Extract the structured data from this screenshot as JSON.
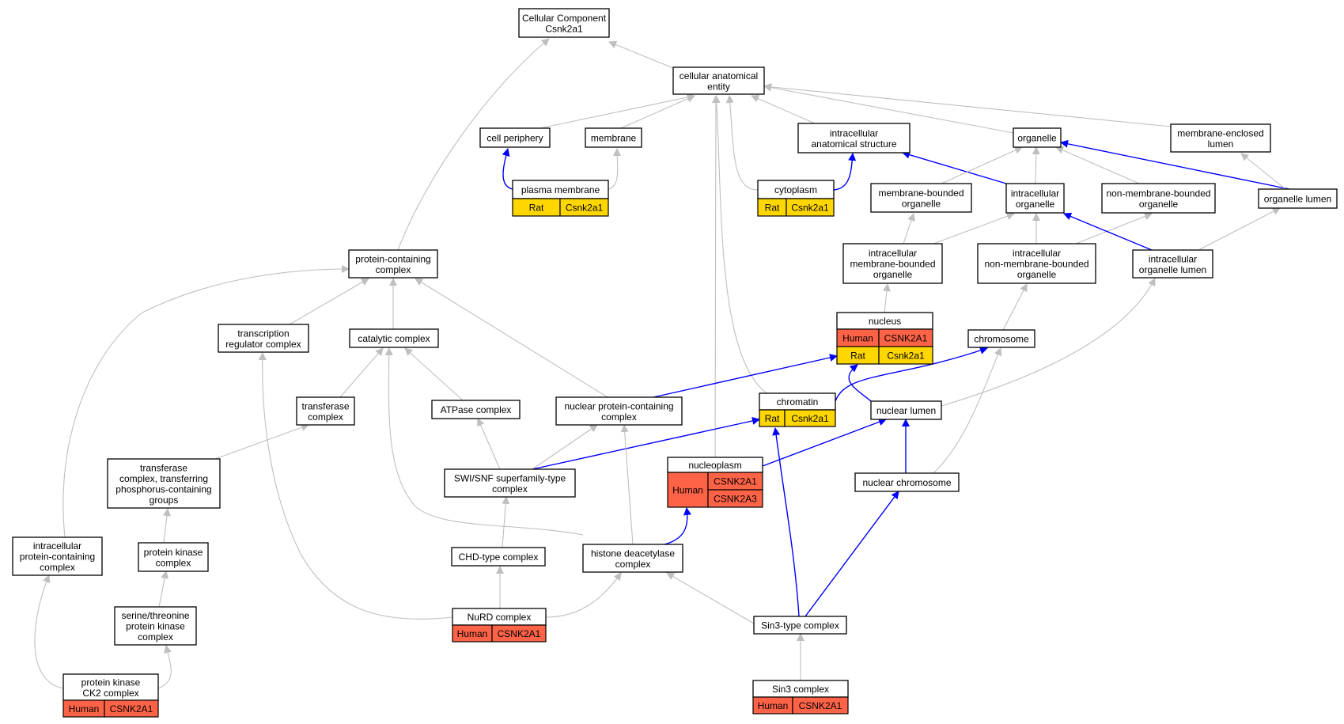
{
  "colors": {
    "human": "#ff6347",
    "rat": "#ffd700",
    "is_a_edge": "#bfbfbf",
    "part_of_edge": "#0000ff"
  },
  "nodes": {
    "cc_root": {
      "lines": [
        "Cellular Component",
        "Csnk2a1"
      ]
    },
    "cae": {
      "lines": [
        "cellular anatomical",
        "entity"
      ]
    },
    "cell_periphery": {
      "lines": [
        "cell periphery"
      ]
    },
    "membrane": {
      "lines": [
        "membrane"
      ]
    },
    "ias": {
      "lines": [
        "intracellular",
        "anatomical structure"
      ]
    },
    "organelle": {
      "lines": [
        "organelle"
      ]
    },
    "mel": {
      "lines": [
        "membrane-enclosed",
        "lumen"
      ]
    },
    "plasma_membrane": {
      "lines": [
        "plasma membrane"
      ],
      "annotations": [
        {
          "species": "Rat",
          "genes": [
            "Csnk2a1"
          ]
        }
      ]
    },
    "cytoplasm": {
      "lines": [
        "cytoplasm"
      ],
      "annotations": [
        {
          "species": "Rat",
          "genes": [
            "Csnk2a1"
          ]
        }
      ]
    },
    "mbo": {
      "lines": [
        "membrane-bounded",
        "organelle"
      ]
    },
    "io": {
      "lines": [
        "intracellular",
        "organelle"
      ]
    },
    "nmbo": {
      "lines": [
        "non-membrane-bounded",
        "organelle"
      ]
    },
    "organelle_lumen": {
      "lines": [
        "organelle lumen"
      ]
    },
    "imbo": {
      "lines": [
        "intracellular",
        "membrane-bounded",
        "organelle"
      ]
    },
    "inmbo": {
      "lines": [
        "intracellular",
        "non-membrane-bounded",
        "organelle"
      ]
    },
    "iol": {
      "lines": [
        "intracellular",
        "organelle lumen"
      ]
    },
    "pcc": {
      "lines": [
        "protein-containing",
        "complex"
      ]
    },
    "nucleus": {
      "lines": [
        "nucleus"
      ],
      "annotations": [
        {
          "species": "Human",
          "genes": [
            "CSNK2A1"
          ]
        },
        {
          "species": "Rat",
          "genes": [
            "Csnk2a1"
          ]
        }
      ]
    },
    "trc": {
      "lines": [
        "transcription",
        "regulator complex"
      ]
    },
    "catalytic": {
      "lines": [
        "catalytic complex"
      ]
    },
    "chromosome": {
      "lines": [
        "chromosome"
      ]
    },
    "transferase": {
      "lines": [
        "transferase",
        "complex"
      ]
    },
    "atpase": {
      "lines": [
        "ATPase complex"
      ]
    },
    "npcc": {
      "lines": [
        "nuclear protein-containing",
        "complex"
      ]
    },
    "chromatin": {
      "lines": [
        "chromatin"
      ],
      "annotations": [
        {
          "species": "Rat",
          "genes": [
            "Csnk2a1"
          ]
        }
      ]
    },
    "nuclear_lumen": {
      "lines": [
        "nuclear lumen"
      ]
    },
    "tctpg": {
      "lines": [
        "transferase",
        "complex, transferring",
        "phosphorus-containing",
        "groups"
      ]
    },
    "swisnf": {
      "lines": [
        "SWI/SNF superfamily-type",
        "complex"
      ]
    },
    "nucleoplasm": {
      "lines": [
        "nucleoplasm"
      ],
      "annotations": [
        {
          "species": "Human",
          "genes": [
            "CSNK2A1",
            "CSNK2A3"
          ]
        }
      ]
    },
    "nuclear_chromosome": {
      "lines": [
        "nuclear chromosome"
      ]
    },
    "ipcc": {
      "lines": [
        "intracellular",
        "protein-containing",
        "complex"
      ]
    },
    "pkc": {
      "lines": [
        "protein kinase",
        "complex"
      ]
    },
    "chd": {
      "lines": [
        "CHD-type complex"
      ]
    },
    "hdac": {
      "lines": [
        "histone deacetylase",
        "complex"
      ]
    },
    "stpk": {
      "lines": [
        "serine/threonine",
        "protein kinase",
        "complex"
      ]
    },
    "nurd": {
      "lines": [
        "NuRD complex"
      ],
      "annotations": [
        {
          "species": "Human",
          "genes": [
            "CSNK2A1"
          ]
        }
      ]
    },
    "sin3type": {
      "lines": [
        "Sin3-type complex"
      ]
    },
    "ck2": {
      "lines": [
        "protein kinase",
        "CK2 complex"
      ],
      "annotations": [
        {
          "species": "Human",
          "genes": [
            "CSNK2A1"
          ]
        }
      ]
    },
    "sin3": {
      "lines": [
        "Sin3 complex"
      ],
      "annotations": [
        {
          "species": "Human",
          "genes": [
            "CSNK2A1"
          ]
        }
      ]
    }
  }
}
